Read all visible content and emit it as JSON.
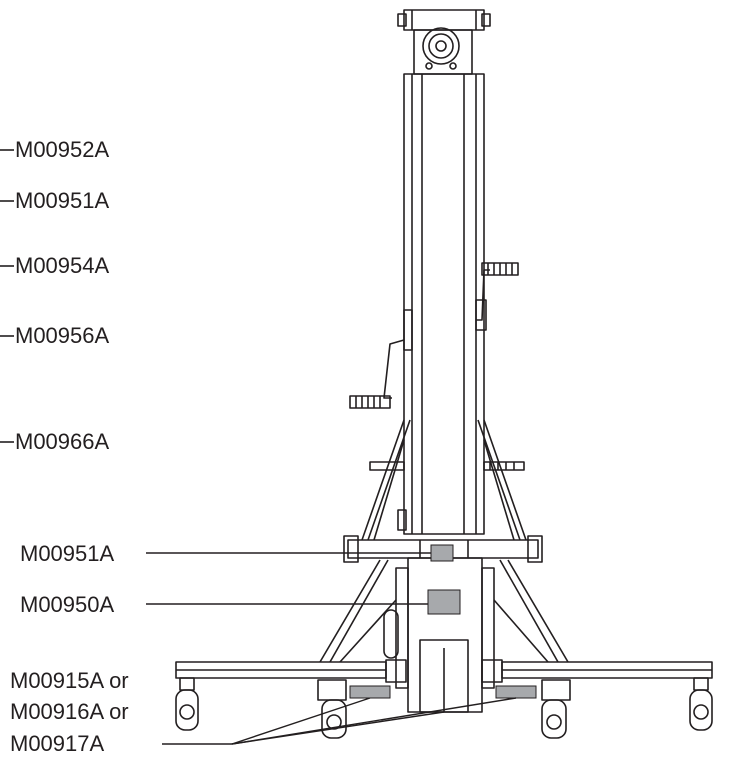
{
  "labels": {
    "m00952a": "M00952A",
    "m00951a_upper": "M00951A",
    "m00954a": "M00954A",
    "m00956a": "M00956A",
    "m00966a": "M00966A",
    "m00951a_lower": "M00951A",
    "m00950a": "M00950A",
    "m00915a_or": "M00915A or",
    "m00916a_or": "M00916A or",
    "m00917a": "M00917A"
  },
  "colors": {
    "line": "#231f20",
    "decal": "#a7a9ac",
    "background": "#ffffff"
  }
}
